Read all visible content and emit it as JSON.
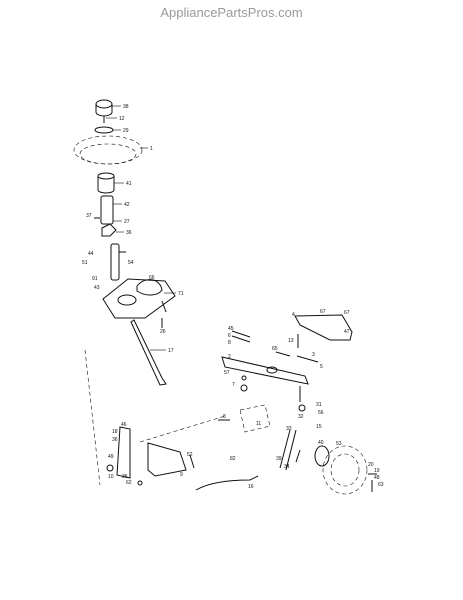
{
  "watermark": "AppliancePartsPros.com",
  "callouts": {
    "c38": "38",
    "c12": "12",
    "c29": "29",
    "c1": "1",
    "c41": "41",
    "c42": "42",
    "c37": "37",
    "c27": "27",
    "c36": "36",
    "c44": "44",
    "c51": "51",
    "c54": "54",
    "c91": "91",
    "c66": "66",
    "c43": "43",
    "c71": "71",
    "c26": "26",
    "c17": "17",
    "c45": "45",
    "c6": "6",
    "c8": "8",
    "c65": "65",
    "c13": "13",
    "c67": "67",
    "c67b": "67",
    "c47": "47",
    "c4": "4",
    "c3": "3",
    "c5": "5",
    "c2": "2",
    "c57": "57",
    "c7": "7",
    "c8b": "8",
    "c11": "11",
    "c31": "31",
    "c32": "32",
    "c56": "56",
    "c33": "33",
    "c15": "15",
    "c40": "40",
    "c39": "39",
    "c34": "34",
    "c82": "82",
    "c52": "52",
    "c46": "46",
    "c18": "18",
    "c36b": "36",
    "c49": "49",
    "c10": "10",
    "c35": "35",
    "c62": "62",
    "c9": "9",
    "c16": "16",
    "c53": "53",
    "c20": "20",
    "c19": "19",
    "c48": "48",
    "c63": "63"
  }
}
